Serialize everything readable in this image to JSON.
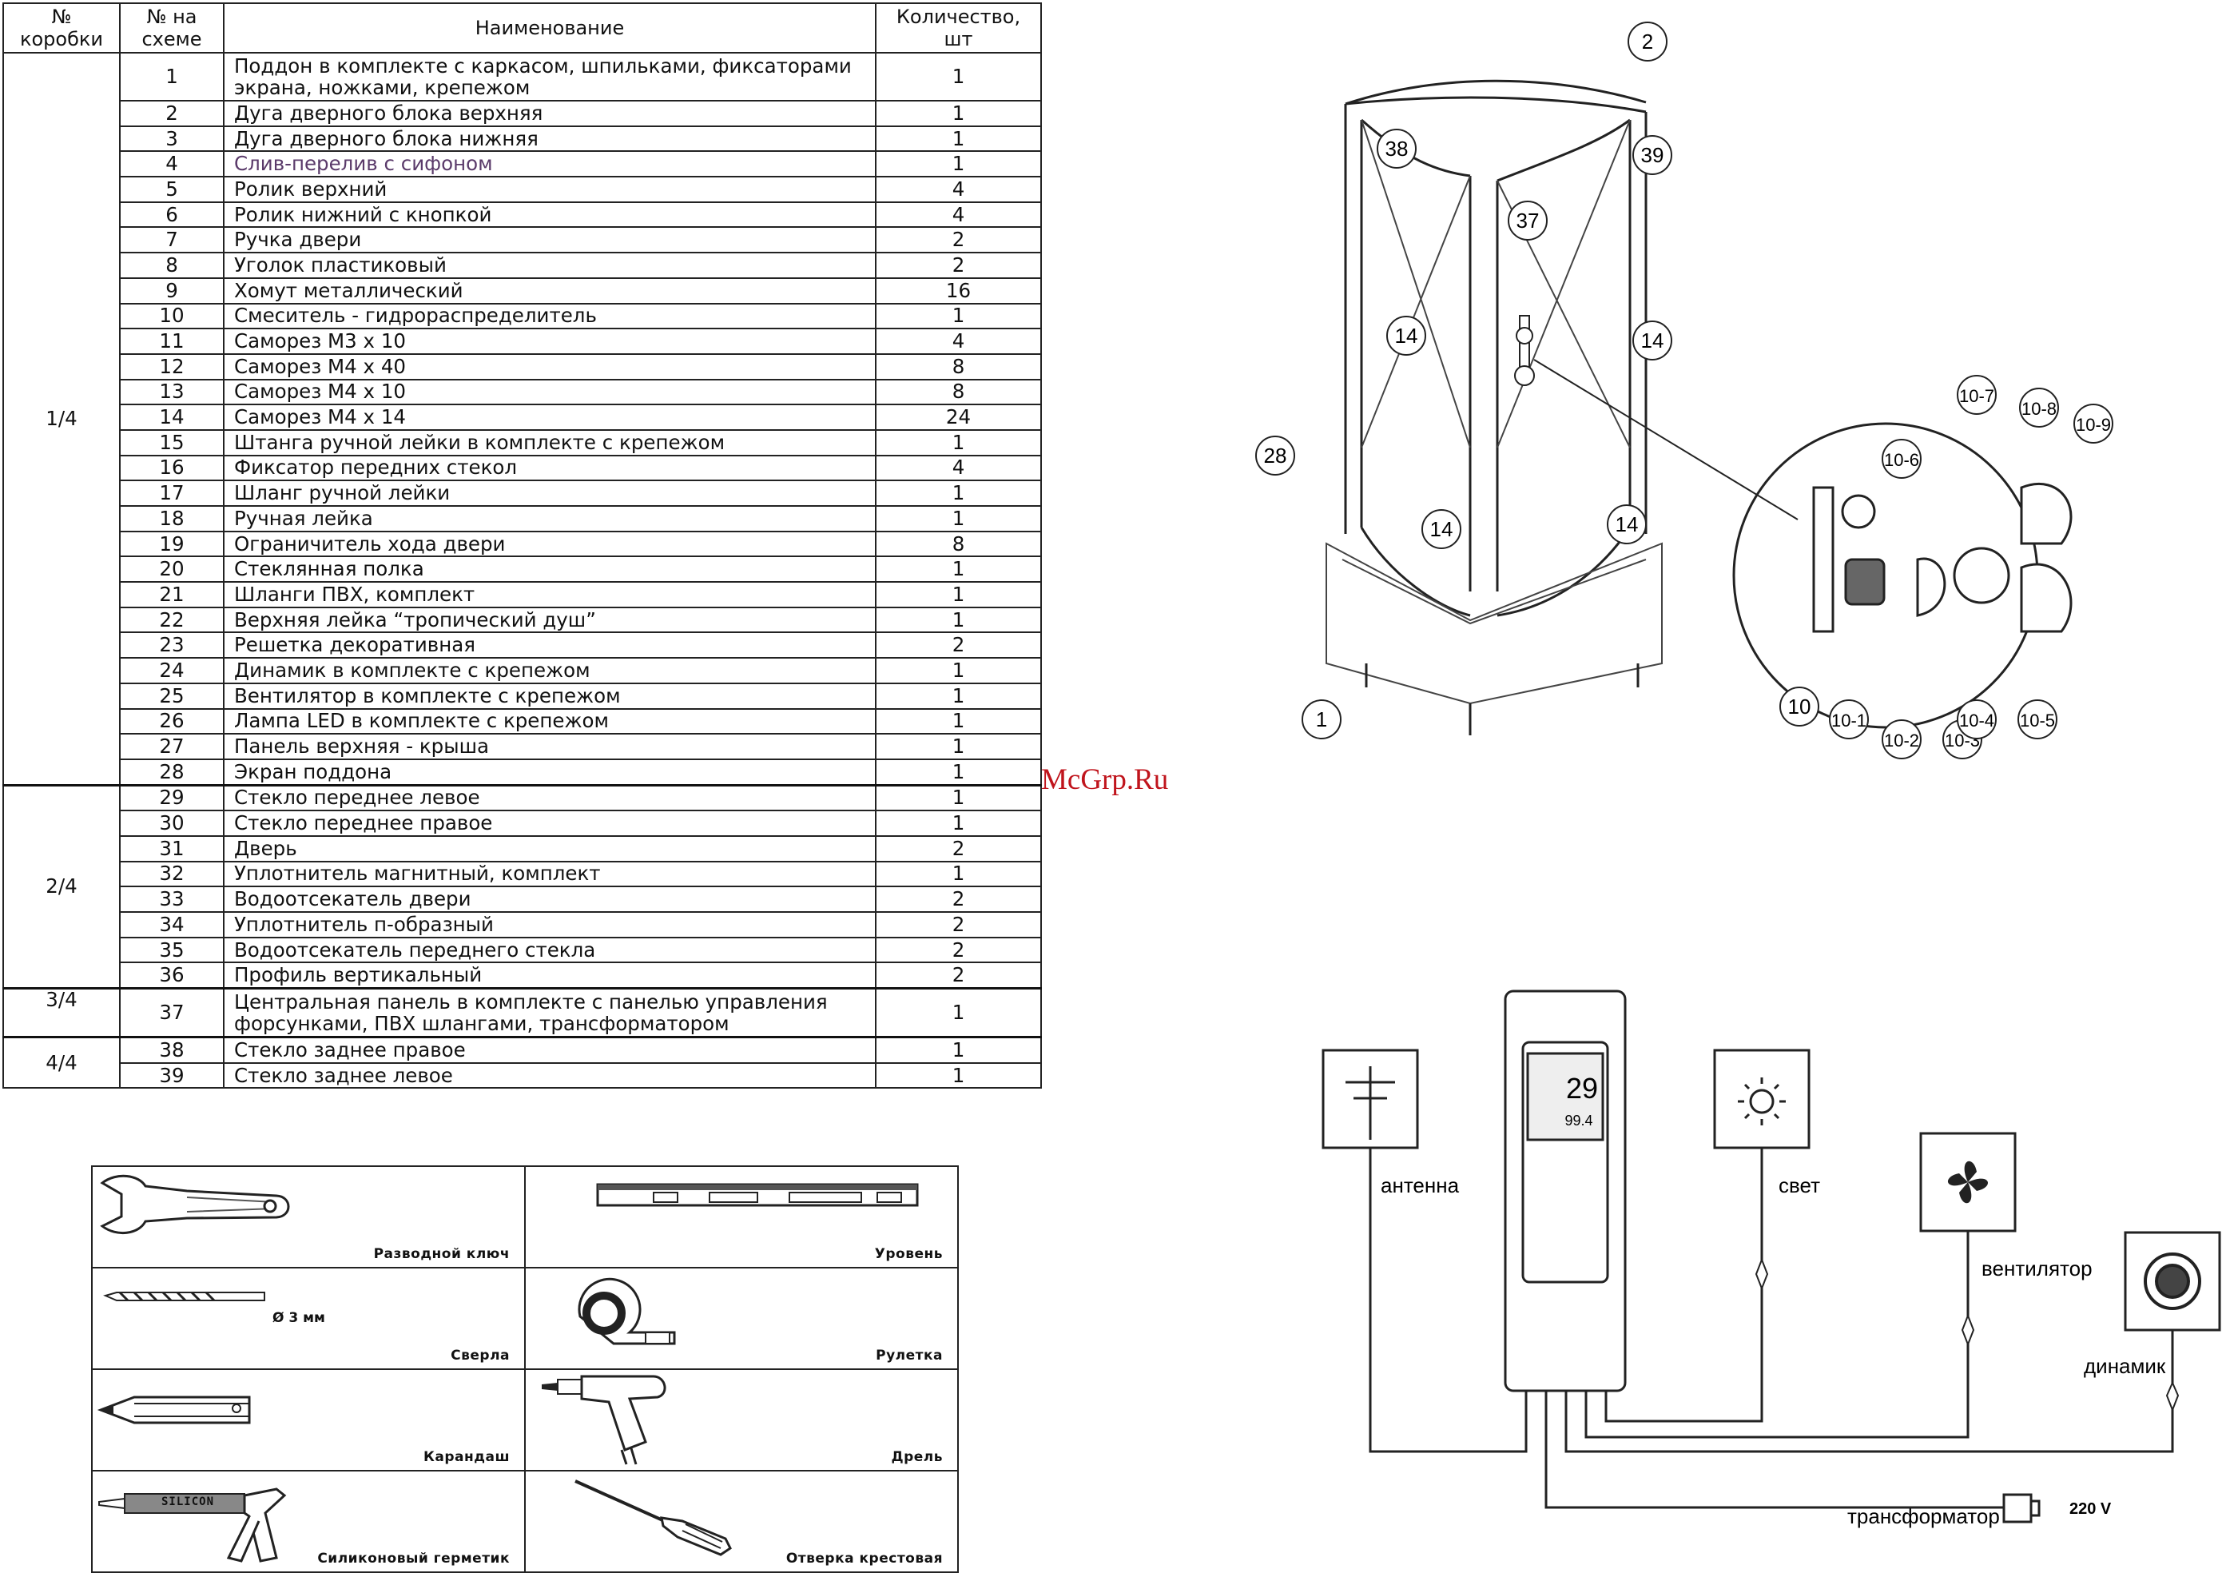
{
  "table": {
    "headers": {
      "box": "№\nкоробки",
      "num": "№ на\nсхеме",
      "name": "Наименование",
      "qty": "Количество,\nшт"
    },
    "groups": [
      {
        "box": "1/4",
        "rows": [
          {
            "n": "1",
            "name": "Поддон в комплекте с каркасом, шпильками, фиксаторами экрана, ножками, крепежом",
            "q": "1",
            "tall": true
          },
          {
            "n": "2",
            "name": "Дуга дверного блока верхняя",
            "q": "1"
          },
          {
            "n": "3",
            "name": "Дуга дверного блока нижняя",
            "q": "1"
          },
          {
            "n": "4",
            "name": "Слив-перелив с сифоном",
            "q": "1",
            "hl": true
          },
          {
            "n": "5",
            "name": "Ролик верхний",
            "q": "4"
          },
          {
            "n": "6",
            "name": "Ролик нижний с кнопкой",
            "q": "4"
          },
          {
            "n": "7",
            "name": "Ручка двери",
            "q": "2"
          },
          {
            "n": "8",
            "name": "Уголок пластиковый",
            "q": "2"
          },
          {
            "n": "9",
            "name": "Хомут металлический",
            "q": "16"
          },
          {
            "n": "10",
            "name": "Смеситель - гидрораспределитель",
            "q": "1"
          },
          {
            "n": "11",
            "name": "Саморез М3 х 10",
            "q": "4"
          },
          {
            "n": "12",
            "name": "Саморез М4 х 40",
            "q": "8"
          },
          {
            "n": "13",
            "name": "Саморез М4 х 10",
            "q": "8"
          },
          {
            "n": "14",
            "name": "Саморез М4 х 14",
            "q": "24"
          },
          {
            "n": "15",
            "name": "Штанга ручной лейки в комплекте с крепежом",
            "q": "1"
          },
          {
            "n": "16",
            "name": "Фиксатор передних стекол",
            "q": "4"
          },
          {
            "n": "17",
            "name": "Шланг ручной лейки",
            "q": "1"
          },
          {
            "n": "18",
            "name": "Ручная лейка",
            "q": "1"
          },
          {
            "n": "19",
            "name": "Ограничитель хода двери",
            "q": "8"
          },
          {
            "n": "20",
            "name": "Стеклянная полка",
            "q": "1"
          },
          {
            "n": "21",
            "name": "Шланги ПВХ, комплект",
            "q": "1"
          },
          {
            "n": "22",
            "name": "Верхняя лейка “тропический душ”",
            "q": "1"
          },
          {
            "n": "23",
            "name": "Решетка декоративная",
            "q": "2"
          },
          {
            "n": "24",
            "name": "Динамик в комплекте с крепежом",
            "q": "1"
          },
          {
            "n": "25",
            "name": "Вентилятор в комплекте с крепежом",
            "q": "1"
          },
          {
            "n": "26",
            "name": "Лампа LED в комплекте с крепежом",
            "q": "1"
          },
          {
            "n": "27",
            "name": "Панель верхняя - крыша",
            "q": "1"
          },
          {
            "n": "28",
            "name": "Экран поддона",
            "q": "1"
          }
        ]
      },
      {
        "box": "2/4",
        "rows": [
          {
            "n": "29",
            "name": "Стекло переднее левое",
            "q": "1"
          },
          {
            "n": "30",
            "name": "Стекло переднее правое",
            "q": "1"
          },
          {
            "n": "31",
            "name": "Дверь",
            "q": "2"
          },
          {
            "n": "32",
            "name": "Уплотнитель магнитный, комплект",
            "q": "1"
          },
          {
            "n": "33",
            "name": "Водоотсекатель двери",
            "q": "2"
          },
          {
            "n": "34",
            "name": "Уплотнитель п-образный",
            "q": "2"
          },
          {
            "n": "35",
            "name": "Водоотсекатель переднего стекла",
            "q": "2"
          },
          {
            "n": "36",
            "name": "Профиль вертикальный",
            "q": "2"
          }
        ]
      },
      {
        "box": "3/4",
        "rows": [
          {
            "n": "37",
            "name": "Центральная панель в комплекте с панелью управления форсунками, ПВХ шлангами, трансформатором",
            "q": "1",
            "tall": true
          }
        ]
      },
      {
        "box": "4/4",
        "rows": [
          {
            "n": "38",
            "name": "Стекло заднее правое",
            "q": "1"
          },
          {
            "n": "39",
            "name": "Стекло заднее левое",
            "q": "1"
          }
        ]
      }
    ]
  },
  "tools": [
    {
      "name": "Разводной ключ",
      "icon": "adjustable-wrench-icon"
    },
    {
      "name": "Уровень",
      "icon": "level-icon"
    },
    {
      "name": "Сверла",
      "icon": "drill-bit-icon",
      "note": "Ø 3 мм"
    },
    {
      "name": "Рулетка",
      "icon": "tape-measure-icon"
    },
    {
      "name": "Карандаш",
      "icon": "pencil-icon"
    },
    {
      "name": "Дрель",
      "icon": "drill-icon"
    },
    {
      "name": "Силиконовый герметик",
      "icon": "sealant-gun-icon",
      "tube": "SILICON"
    },
    {
      "name": "Отверка крестовая",
      "icon": "screwdriver-icon"
    }
  ],
  "watermark": "McGrp.Ru",
  "diagram": {
    "callouts": [
      "2",
      "38",
      "39",
      "37",
      "14",
      "14",
      "14",
      "14",
      "28",
      "1",
      "10-7",
      "10-8",
      "10-9",
      "10-6",
      "10",
      "10-1",
      "10-2",
      "10-3",
      "10-4",
      "10-5"
    ]
  },
  "wiring": {
    "antenna": "антенна",
    "light": "свет",
    "fan": "вентилятор",
    "speaker": "динамик",
    "transformer": "трансформатор",
    "voltage": "220 V",
    "display_temp": "29",
    "display_freq": "99.4"
  }
}
